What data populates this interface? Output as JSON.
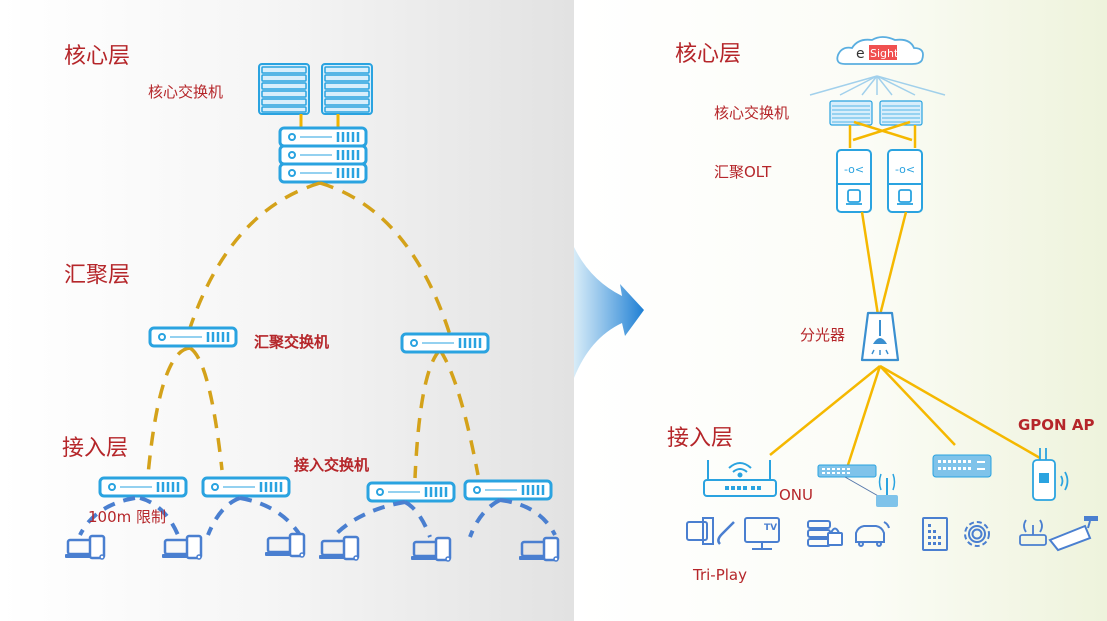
{
  "left_diagram": {
    "layers": {
      "core": "核心层",
      "aggregation": "汇聚层",
      "access": "接入层"
    },
    "devices": {
      "core_switch": "核心交换机",
      "aggregation_switch": "汇聚交换机",
      "access_switch": "接入交换机"
    },
    "annotation": "100m 限制"
  },
  "right_diagram": {
    "layers": {
      "core": "核心层",
      "access": "接入层"
    },
    "cloud_label_prefix": "e",
    "cloud_label_highlight": "Sight",
    "devices": {
      "core_switch": "核心交换机",
      "olt": "汇聚OLT",
      "splitter": "分光器",
      "onu": "ONU",
      "gpon_ap": "GPON AP"
    },
    "annotation": "Tri-Play",
    "tv_label": "TV"
  },
  "colors": {
    "label_red": "#b5262a",
    "device_blue": "#2aa3e0",
    "link_gold": "#d4a21a",
    "link_yellow": "#f5b800",
    "dashed_blue": "#4a7fd0",
    "arrow_blue": "#1e7fd4"
  }
}
